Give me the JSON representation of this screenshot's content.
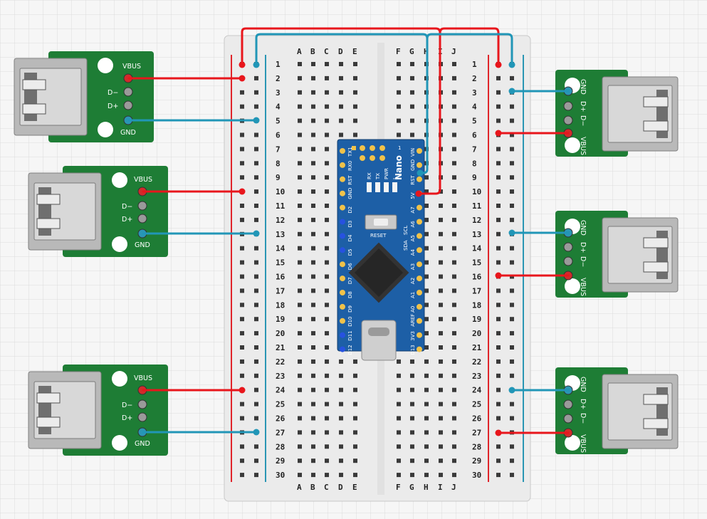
{
  "breadboard": {
    "columns_left": [
      "A",
      "B",
      "C",
      "D",
      "E"
    ],
    "columns_right": [
      "F",
      "G",
      "H",
      "I",
      "J"
    ],
    "rows": 30
  },
  "arduino": {
    "name": "Nano",
    "reset_label": "RESET",
    "header_pin_1": "1",
    "led_labels": [
      "RX",
      "TX",
      "PWR",
      "L"
    ],
    "left_pins": [
      "TX1",
      "RX0",
      "RST",
      "GND",
      "D2",
      "D3",
      "D4",
      "D5",
      "D6",
      "D7",
      "D8",
      "D9",
      "D10",
      "D11",
      "D12"
    ],
    "right_pins": [
      "VIN",
      "GND",
      "RST",
      "5V",
      "A7",
      "A6",
      "A5",
      "A4",
      "A3",
      "A2",
      "A1",
      "A0",
      "AREF",
      "3V3",
      "D13"
    ],
    "bottom_right_labels": [
      "SDA",
      "SCL"
    ]
  },
  "usb_modules": {
    "pin_labels": [
      "VBUS",
      "D−",
      "D+",
      "GND"
    ],
    "right_side_pin_labels": [
      "GND",
      "D+",
      "D−",
      "VBUS"
    ]
  },
  "colors": {
    "background": "#f6f6f6",
    "grid": "#dcdcdc",
    "breadboard": "#ebebeb",
    "hole": "#3a3a3a",
    "rail_red": "#e0242a",
    "rail_blue": "#2a96b4",
    "wire_red": "#e8161c",
    "wire_blue": "#2196b7",
    "pcb_green": "#1e7d35",
    "nano_blue": "#1d5fa6"
  }
}
